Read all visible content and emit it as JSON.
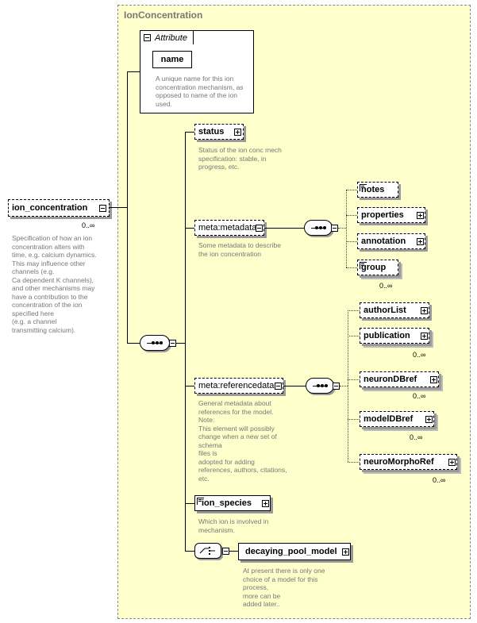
{
  "type_name": "IonConcentration",
  "root": {
    "label": "ion_concentration",
    "cardinality": "0..∞",
    "description": "Specification of how an ion\nconcentration alters with\ntime, e.g. calcium dynamics.\nThis may influence other\n                  channels (e.g.\nCa dependent K channels),\nand other mechanisms may\nhave a contribution to the\nconcentration of the ion\nspecified here\n               (e.g. a channel\ntransmitting calcium)."
  },
  "attributes": {
    "header": "Attribute",
    "name_label": "name",
    "name_description": "A unique name for this ion\nconcentration mechanism, as\nopposed to name of the ion\nused."
  },
  "status": {
    "label": "status",
    "description": "Status of the ion conc mech\nspecification: stable, in\nprogress, etc."
  },
  "metadata": {
    "label": "meta:metadata",
    "description": "Some metadata to describe\nthe ion concentration",
    "children": [
      {
        "label": "notes"
      },
      {
        "label": "properties"
      },
      {
        "label": "annotation"
      },
      {
        "label": "group",
        "cardinality": "0..∞"
      }
    ]
  },
  "referencedata": {
    "label": "meta:referencedata",
    "description": "General metadata about\nreferences for the model.\n                       Note:\nThis element will possibly\nchange when a new set of\nschema\n                    files is\nadopted for adding\nreferences, authors, citations,\netc.",
    "children": [
      {
        "label": "authorList"
      },
      {
        "label": "publication",
        "cardinality": "0..∞"
      },
      {
        "label": "neuronDBref",
        "cardinality": "0..∞"
      },
      {
        "label": "modelDBref",
        "cardinality": "0..∞"
      },
      {
        "label": "neuroMorphoRef",
        "cardinality": "0..∞"
      }
    ]
  },
  "ion_species": {
    "label": "ion_species",
    "description": "Which ion is involved in\nmechanism."
  },
  "decaying_pool_model": {
    "label": "decaying_pool_model",
    "description": "At present there is only one\nchoice of a model for this\nprocess,\n                    more can be\nadded later.."
  }
}
